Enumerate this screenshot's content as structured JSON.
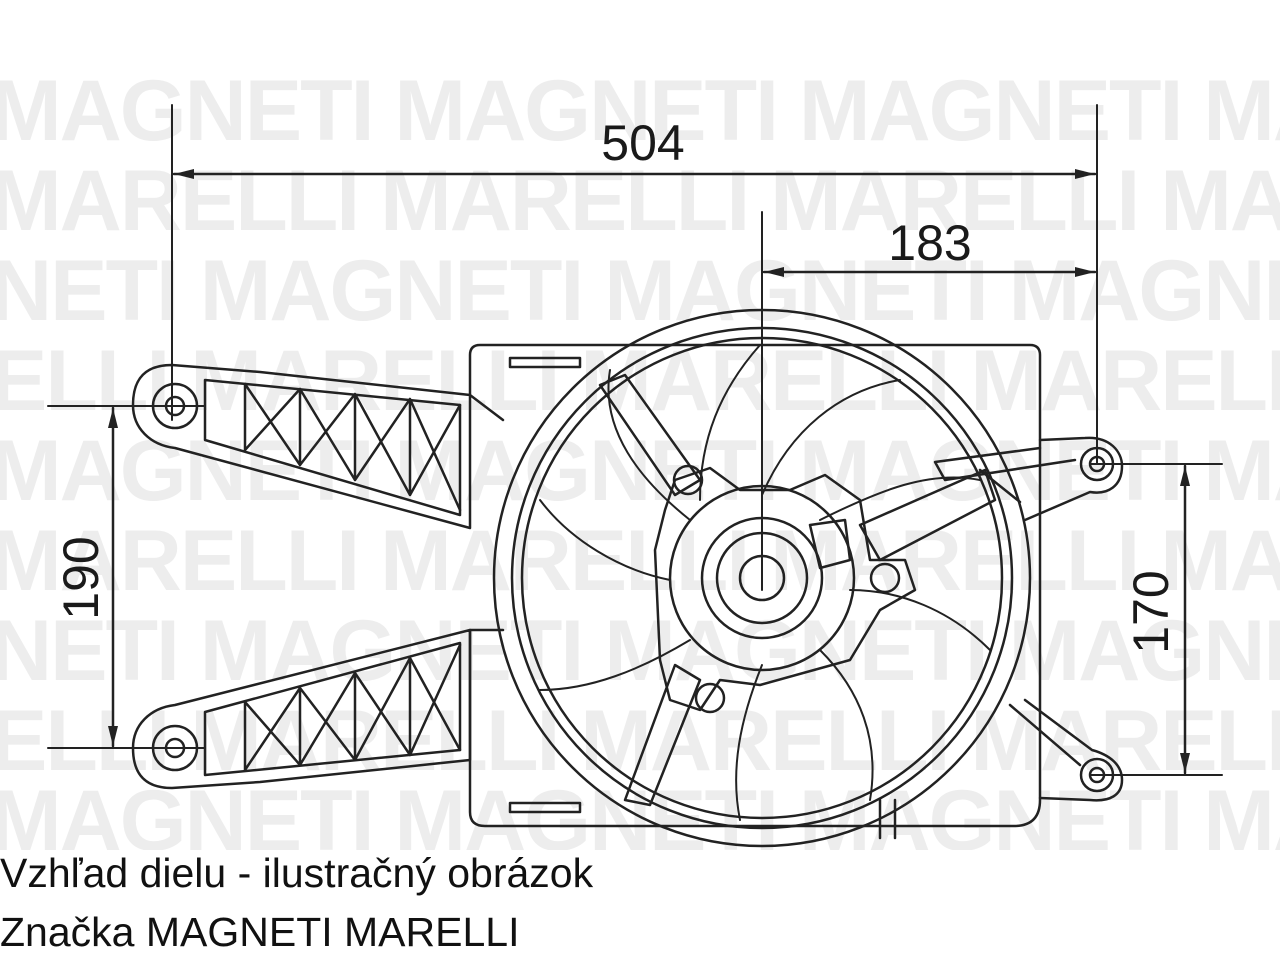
{
  "watermark": {
    "row_a": "MAGNETI MAGNETI MAGNETI MAGNETI",
    "row_b": "MARELLI MARELLI MARELLI MARELLI",
    "row_c": "NETI MAGNETI MAGNETI MAGNETI",
    "row_d": "ELLI MARELLI MARELLI MARELLI",
    "color": "#ededed"
  },
  "dimensions": {
    "overall_width": "504",
    "hub_to_right_mount": "183",
    "left_mount_spacing": "190",
    "right_mount_spacing": "170"
  },
  "captions": {
    "line1": "Vzhľad dielu - ilustračný obrázok",
    "line2": "Značka MAGNETI MARELLI"
  },
  "colors": {
    "line": "#222222",
    "background": "#ffffff"
  }
}
